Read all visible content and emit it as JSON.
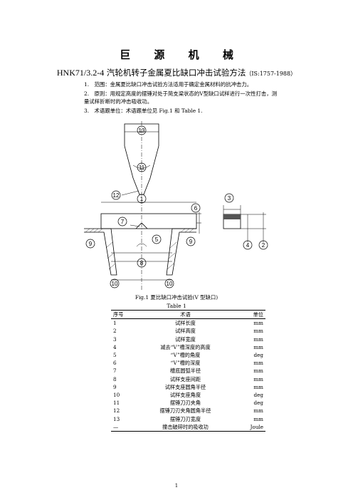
{
  "header": {
    "company": "巨 源 机 械",
    "title_code": "HNK71/3.2-4",
    "title_text": " 汽轮机转子金属夏比缺口冲击试验方法",
    "title_standard": "（IS:1757-1988）"
  },
  "paragraphs": [
    "1.　范围：金属夏比缺口冲击试验方法适用于确定金属材料的抗冲击力。",
    "2.　原则：用规定高度的摆锤对处于简支梁状态的V型缺口试样进行一次性打击，测量试样折断时的冲击吸收功。",
    "3.　术语跟单位：术语跟单位见 Fig.1 和 Table 1."
  ],
  "figure": {
    "labels": [
      "13",
      "11",
      "12",
      "1",
      "6",
      "7",
      "5",
      "9",
      "9",
      "8",
      "10",
      "10",
      "3",
      "4",
      "2"
    ]
  },
  "caption": "Fig.1  夏比缺口冲击试验(V 型缺口)",
  "table": {
    "title": "Table 1",
    "headers": [
      "序号",
      "术语",
      "单位"
    ],
    "rows": [
      [
        "1",
        "试样长度",
        "mm"
      ],
      [
        "2",
        "试样高度",
        "mm"
      ],
      [
        "3",
        "试样宽度",
        "mm"
      ],
      [
        "4",
        "减去“V”槽深度的高度",
        "mm"
      ],
      [
        "5",
        "“V”槽的角度",
        "deg"
      ],
      [
        "6",
        "“V”槽的深度",
        "mm"
      ],
      [
        "7",
        "槽底圆弧半径",
        "mm"
      ],
      [
        "8",
        "试样支座间距",
        "mm"
      ],
      [
        "9",
        "试样支座圆角半径",
        "mm"
      ],
      [
        "10",
        "试样支座角度",
        "deg"
      ],
      [
        "11",
        "摆锤刀刃夹角",
        "deg"
      ],
      [
        "12",
        "摆锤刀刃夹角圆角半径",
        "mm"
      ],
      [
        "13",
        "摆锤刀刃宽度",
        "mm"
      ],
      [
        "—",
        "撞击破碎时的吸收功",
        "Joule"
      ]
    ]
  },
  "page_number": "1"
}
